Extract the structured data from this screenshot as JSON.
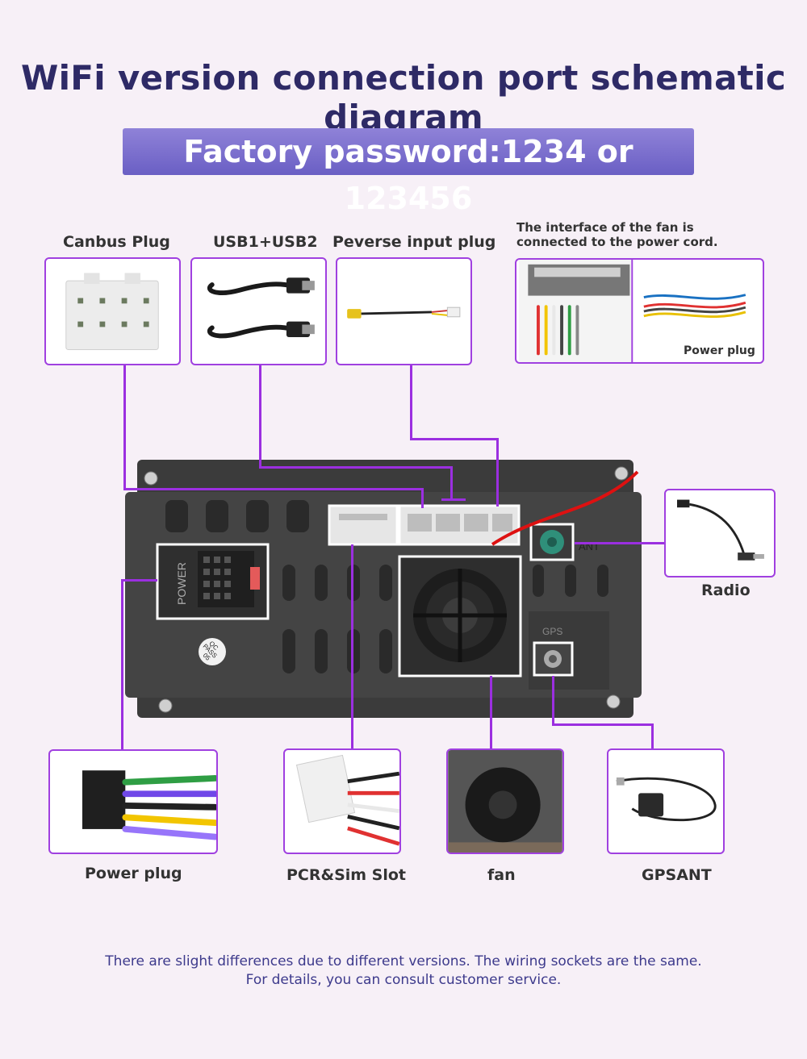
{
  "title": "WiFi version connection port schematic diagram",
  "banner": "Factory password:1234 or 123456",
  "labels": {
    "canbus": "Canbus Plug",
    "usb": "USB1+USB2",
    "reverse": "Peverse input plug",
    "fan_note": "The interface of the fan is connected to the power cord.",
    "power_plug_inner": "Power plug",
    "radio": "Radio",
    "power_plug": "Power plug",
    "pcr_sim": "PCR&Sim Slot",
    "fan": "fan",
    "gps": "GPSANT"
  },
  "unit_text": {
    "power": "POWER",
    "ant": "ANT",
    "gps": "GPS",
    "qc_line1": "QC",
    "qc_line2": "PASS",
    "qc_line3": "05"
  },
  "footer": {
    "line1": "There are slight differences due to different versions. The wiring sockets are the same.",
    "line2": "For details, you can consult customer service."
  },
  "colors": {
    "accent": "#9b2fe0",
    "title": "#2e2a66",
    "banner": "#7a6ccf",
    "footer": "#3d3a8c"
  }
}
